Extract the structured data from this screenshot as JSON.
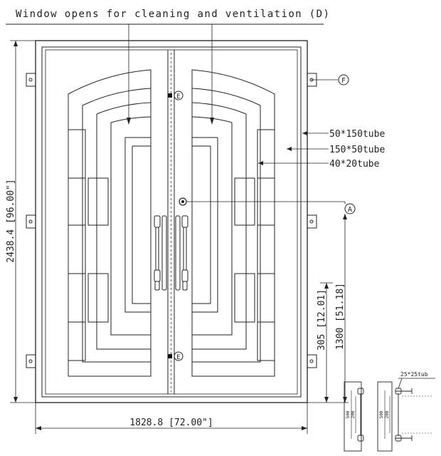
{
  "drawing": {
    "title": "Window opens for cleaning and ventilation (D)",
    "tube_labels": [
      "50*150tube",
      "150*50tube",
      "40*20tube"
    ],
    "callouts": {
      "a": "A",
      "e_top": "E",
      "e_bottom": "E",
      "f": "F"
    },
    "dimensions": {
      "height": "2438.4 [96.00\"]",
      "width": "1828.8 [72.00\"]",
      "handle_height_1300": "1300 [51.18]",
      "handle_height_305": "305 [12.01]"
    },
    "detail": {
      "tube_label": "25*25tub",
      "dim_500_left": "500",
      "dim_200_left": "200",
      "dim_500_right": "500",
      "dim_200_right": "200"
    }
  }
}
